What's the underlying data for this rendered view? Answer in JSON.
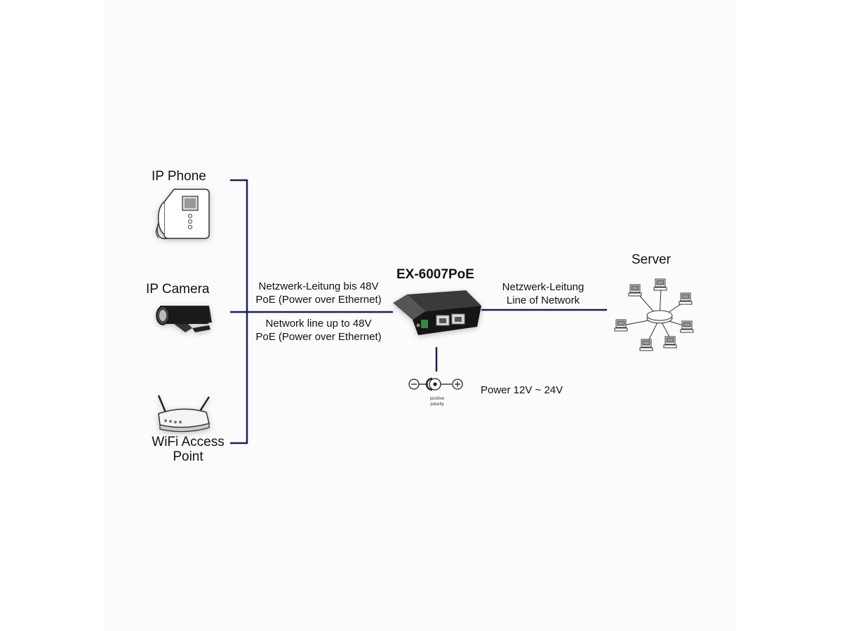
{
  "devices": {
    "ip_phone": "IP Phone",
    "ip_camera": "IP Camera",
    "wifi_ap_line1": "WiFi Access",
    "wifi_ap_line2": "Point",
    "injector": "EX-6007PoE",
    "server": "Server"
  },
  "links": {
    "poe_de_line1": "Netzwerk-Leitung bis 48V",
    "poe_de_line2": "PoE (Power over Ethernet)",
    "poe_en_line1": "Network line up to 48V",
    "poe_en_line2": "PoE (Power over Ethernet)",
    "network_de": "Netzwerk-Leitung",
    "network_en": "Line of Network"
  },
  "power": {
    "label": "Power 12V ~ 24V",
    "polarity_line1": "positive",
    "polarity_line2": "polarity"
  },
  "colors": {
    "line": "#1c1f5c",
    "background": "#fbfbfb"
  }
}
